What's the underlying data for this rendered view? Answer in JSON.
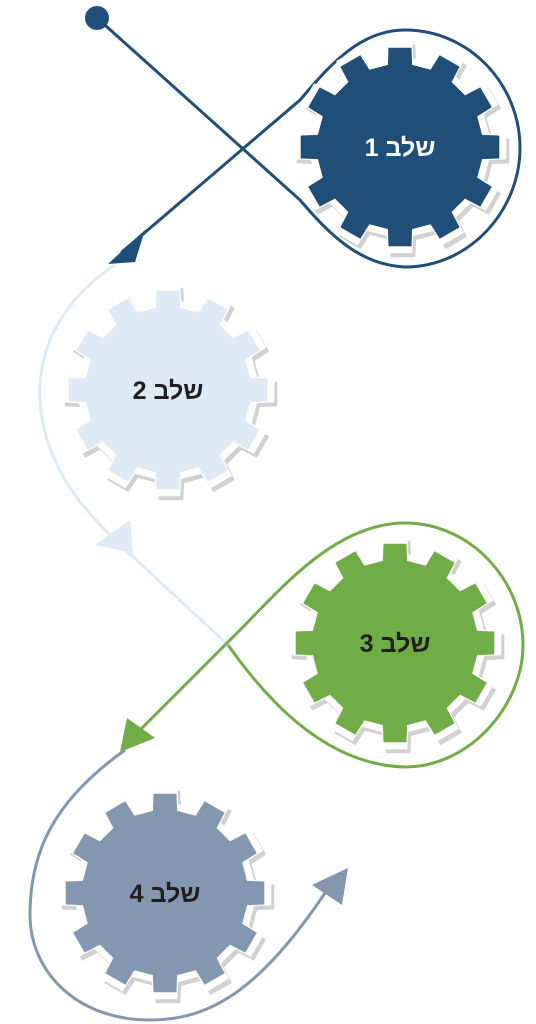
{
  "colors": {
    "step1": "#1f4e79",
    "step2": "#deebf7",
    "step3": "#70ad47",
    "step4": "#8497b0",
    "label_dark": "#1f1f1f",
    "label_light": "#ffffff"
  },
  "steps": [
    {
      "label": "שלב 1",
      "color": "#1f4e79",
      "text_color": "#ffffff"
    },
    {
      "label": "שלב 2",
      "color": "#deebf7",
      "text_color": "#1f1f1f"
    },
    {
      "label": "שלב 3",
      "color": "#70ad47",
      "text_color": "#1f1f1f"
    },
    {
      "label": "שלב 4",
      "color": "#8497b0",
      "text_color": "#1f1f1f"
    }
  ]
}
